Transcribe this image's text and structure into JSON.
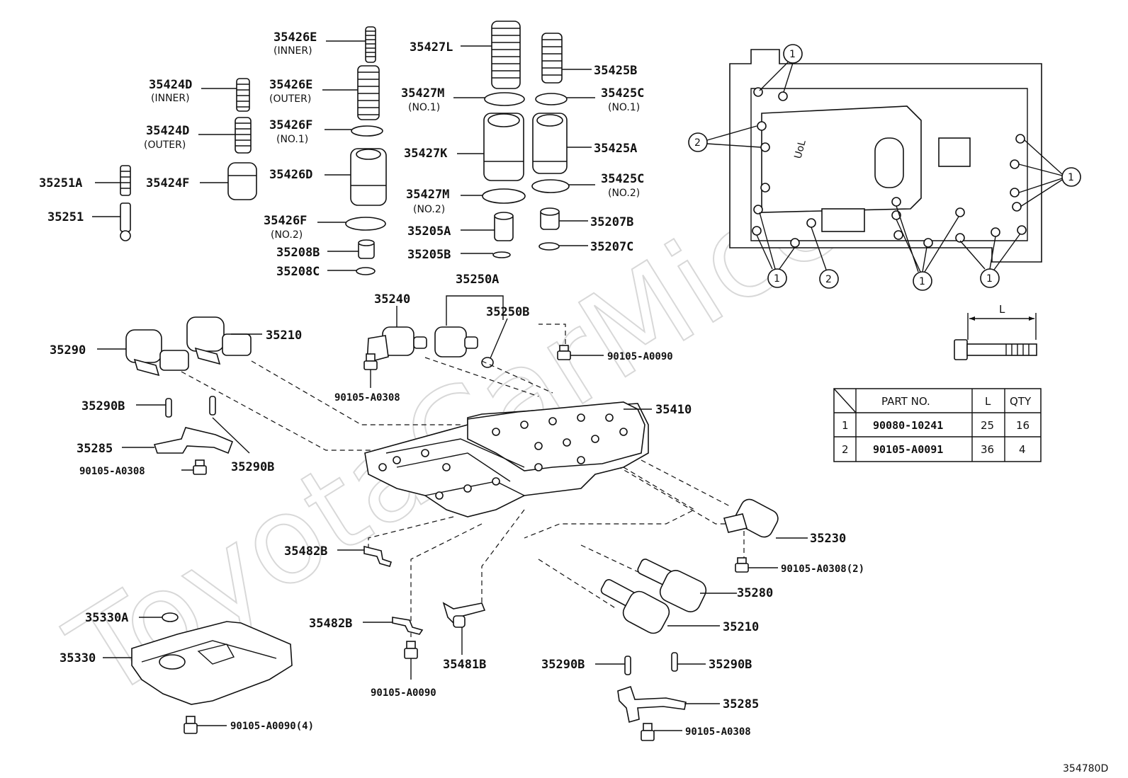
{
  "watermark": "ToyotaCarMice.ru",
  "diagram_id": "354780D",
  "labels": {
    "p35426E_inner": "35426E",
    "inner1": "(INNER)",
    "p35424D_inner": "35424D",
    "inner2": "(INNER)",
    "p35426E_outer": "35426E",
    "outer1": "(OUTER)",
    "p35424D_outer": "35424D",
    "outer2": "(OUTER)",
    "p35426F_1": "35426F",
    "no1a": "(NO.1)",
    "p35251A": "35251A",
    "p35424F": "35424F",
    "p35426D": "35426D",
    "p35251": "35251",
    "p35426F_2": "35426F",
    "no2a": "(NO.2)",
    "p35208B": "35208B",
    "p35208C": "35208C",
    "p35427L": "35427L",
    "p35425B": "35425B",
    "p35427M_1": "35427M",
    "no1b": "(NO.1)",
    "p35425C_1": "35425C",
    "no1c": "(NO.1)",
    "p35427K": "35427K",
    "p35425A": "35425A",
    "p35425C_2": "35425C",
    "no2c": "(NO.2)",
    "p35427M_2": "35427M",
    "no2b": "(NO.2)",
    "p35205A": "35205A",
    "p35207B": "35207B",
    "p35205B": "35205B",
    "p35207C": "35207C",
    "p35250A": "35250A",
    "p35240": "35240",
    "p35250B": "35250B",
    "p35290": "35290",
    "p35210a": "35210",
    "b90105A0090a": "90105-A0090",
    "b90105A0308a": "90105-A0308",
    "p35290Ba": "35290B",
    "p35410": "35410",
    "p35285a": "35285",
    "p35290Bb": "35290B",
    "b90105A0308b": "90105-A0308",
    "p35230": "35230",
    "p35482Ba": "35482B",
    "b90105A0308_2": "90105-A0308(2)",
    "p35280": "35280",
    "p35330A": "35330A",
    "p35482Bb": "35482B",
    "p35210b": "35210",
    "p35330": "35330",
    "p35481B": "35481B",
    "b90105A0090b": "90105-A0090",
    "p35290Bc": "35290B",
    "p35290Bd": "35290B",
    "p35285b": "35285",
    "b90105A0090_4": "90105-A0090(4)",
    "b90105A0308c": "90105-A0308"
  },
  "inset": {
    "marker_1": "1",
    "marker_2": "2",
    "dimension_label": "L"
  },
  "bolt_table": {
    "headers": [
      "PART NO.",
      "L",
      "QTY"
    ],
    "rows": [
      {
        "index": "1",
        "part_no": "90080-10241",
        "L": "25",
        "qty": "16"
      },
      {
        "index": "2",
        "part_no": "90105-A0091",
        "L": "36",
        "qty": "4"
      }
    ]
  }
}
